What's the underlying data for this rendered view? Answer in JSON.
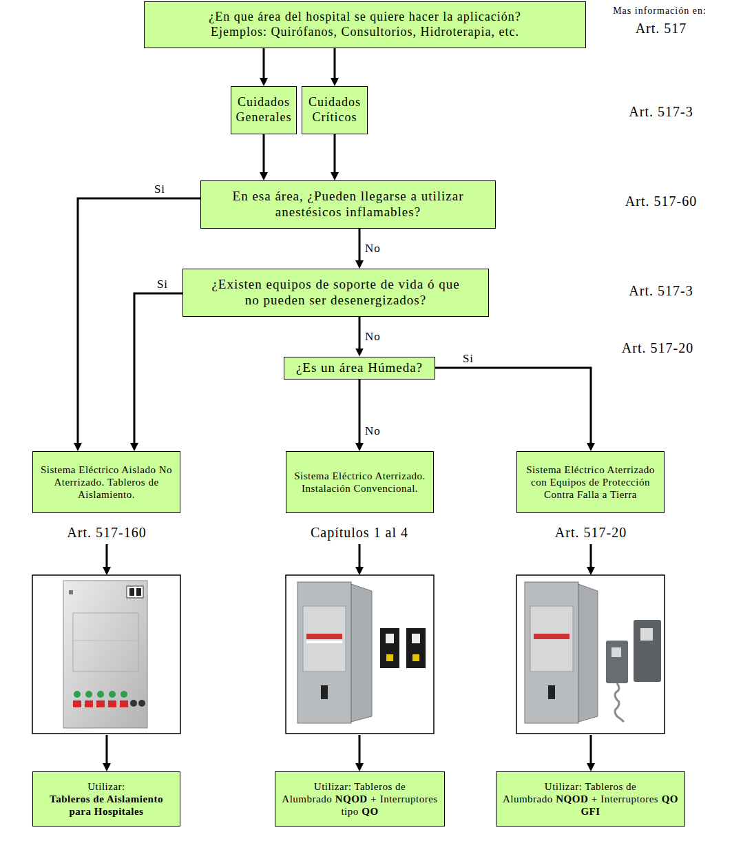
{
  "diagram": {
    "nodes": [
      {
        "text": [
          "¿En que área del hospital se quiere hacer la aplicación?",
          "Ejemplos: Quirófanos, Consultorios, Hidroterapia, etc."
        ]
      },
      {
        "text": [
          "Cuidados Generales"
        ]
      },
      {
        "text": [
          "Cuidados Críticos"
        ]
      },
      {
        "text": [
          "En esa área, ¿Pueden llegarse a utilizar anestésicos inflamables?"
        ]
      },
      {
        "text": [
          "¿Existen equipos de soporte de vida ó que no pueden ser desenergizados?"
        ]
      },
      {
        "text": [
          "¿Es un área Húmeda?"
        ]
      },
      {
        "text": [
          "Sistema Eléctrico Aislado No Aterrizado. Tableros de Aislamiento."
        ]
      },
      {
        "text": [
          "Sistema Eléctrico Aterrizado. Instalación Convencional."
        ]
      },
      {
        "text": [
          "Sistema Eléctrico Aterrizado con Equipos de Protección Contra Falla a Tierra"
        ]
      },
      {
        "text": [
          "Utilizar:",
          "Tableros de Aislamiento para Hospitales"
        ]
      },
      {
        "text": [
          "Utilizar: Tableros de Alumbrado",
          "NQOD",
          "+",
          "Interruptores tipo",
          "QO"
        ]
      },
      {
        "text": [
          "Utilizar: Tableros de Alumbrado",
          "NQOD",
          "+",
          "Interruptores",
          "QO GFI"
        ]
      }
    ],
    "edges": [
      {
        "from": 0,
        "to": 1,
        "arrow": "to"
      },
      {
        "from": 0,
        "to": 2,
        "arrow": "to"
      },
      {
        "from": 1,
        "to": 3,
        "arrow": "to"
      },
      {
        "from": 2,
        "to": 3,
        "arrow": "to"
      },
      {
        "from": 3,
        "to": 6,
        "label": "Si",
        "arrow": "to"
      },
      {
        "from": 3,
        "to": 4,
        "label": "No",
        "arrow": "to"
      },
      {
        "from": 4,
        "to": 6,
        "label": "Si",
        "arrow": "to"
      },
      {
        "from": 4,
        "to": 5,
        "label": "No",
        "arrow": "to"
      },
      {
        "from": 5,
        "to": 7,
        "label": "No",
        "arrow": "to"
      },
      {
        "from": 5,
        "to": 8,
        "label": "Si",
        "arrow": "to"
      }
    ],
    "labels": [
      "Mas información en:",
      "Art. 517",
      "Art. 517-3",
      "Art. 517-60",
      "Art. 517-3",
      "Art. 517-20",
      "Art. 517-160",
      "Capítulos 1 al 4",
      "Art. 517-20"
    ]
  }
}
